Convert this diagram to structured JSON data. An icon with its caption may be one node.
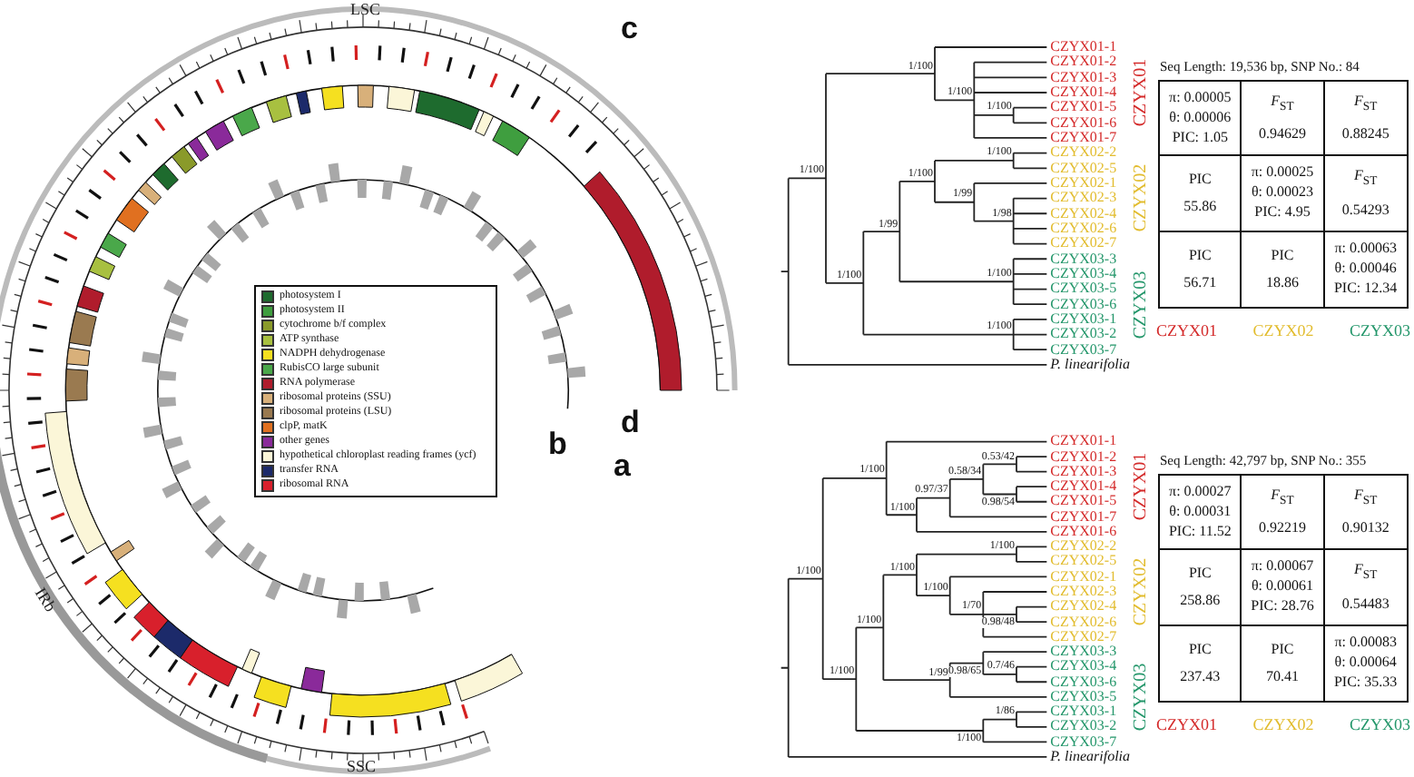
{
  "diagram": {
    "labels": [
      "LSC",
      "IRb",
      "SSC",
      "b",
      "a",
      "c",
      "CZYX01-1",
      "CZYX01-2",
      "CZYX01-3",
      "CZYX01-4",
      "CZYX01-5",
      "CZYX01-6",
      "CZYX01-7",
      "CZYX02-2",
      "CZYX02-5",
      "CZYX02-1",
      "CZYX02-3",
      "CZYX02-4",
      "CZYX02-6",
      "CZYX02-7",
      "CZYX03-3",
      "CZYX03-4",
      "CZYX03-5",
      "CZYX03-6",
      "CZYX03-1",
      "CZYX03-2",
      "CZYX03-7",
      "P. linearifolia",
      "1/100",
      "1/100",
      "1/100",
      "1/100",
      "1/100",
      "1/100",
      "1/99",
      "1/98",
      "1/99",
      "1/100",
      "1/100",
      "1/100",
      "CZYX01",
      "CZYX02",
      "CZYX03",
      "Seq Length: 19,536 bp, SNP No.: 84",
      "π: 0.00005",
      "θ: 0.00006",
      "PIC: 1.05",
      "*F*$_{ST}$",
      "0.94629",
      "*F*$_{ST}$",
      "0.88245",
      "PIC",
      "55.86",
      "π: 0.00025",
      "θ: 0.00023",
      "PIC: 4.95",
      "*F*$_{ST}$",
      "0.54293",
      "PIC",
      "56.71",
      "PIC",
      "18.86",
      "π: 0.00063",
      "θ: 0.00046",
      "PIC: 12.34",
      "CZYX01",
      "CZYX02",
      "CZYX03",
      "d",
      "CZYX01-1",
      "CZYX01-2",
      "CZYX01-3",
      "CZYX01-4",
      "CZYX01-5",
      "CZYX01-7",
      "CZYX01-6",
      "CZYX02-2",
      "CZYX02-5",
      "CZYX02-1",
      "CZYX02-3",
      "CZYX02-4",
      "CZYX02-6",
      "CZYX02-7",
      "CZYX03-3",
      "CZYX03-4",
      "CZYX03-6",
      "CZYX03-5",
      "CZYX03-1",
      "CZYX03-2",
      "CZYX03-7",
      "P. linearifolia",
      "0.53/42",
      "1/100",
      "0.58/34",
      "0.97/37",
      "0.98/54",
      "1/100",
      "1/100",
      "1/100",
      "1/100",
      "1/100",
      "1/70",
      "1/100",
      "0.98/48",
      "1/99",
      "0.7/46",
      "1/100",
      "0.98/65",
      "1/86",
      "1/100",
      "CZYX01",
      "CZYX02",
      "CZYX03",
      "Seq Length: 42,797 bp, SNP No.: 355",
      "π: 0.00027",
      "θ: 0.00031",
      "PIC: 11.52",
      "*F*$_{ST}$",
      "0.92219",
      "*F*$_{ST}$",
      "0.90132",
      "PIC",
      "258.86",
      "π: 0.00067",
      "θ: 0.00061",
      "PIC: 28.76",
      "*F*$_{ST}$",
      "0.54483",
      "PIC",
      "237.43",
      "PIC",
      "70.41",
      "π: 0.00083",
      "θ: 0.00064",
      "PIC: 35.33",
      "CZYX01",
      "CZYX02",
      "CZYX03"
    ],
    "legend": [
      {
        "text": "photosystem I",
        "color": "#1e6b2e"
      },
      {
        "text": "photosystem II",
        "color": "#3f9e3f"
      },
      {
        "text": "cytochrome b/f complex",
        "color": "#8a9a2a"
      },
      {
        "text": "ATP synthase",
        "color": "#a8c040"
      },
      {
        "text": "NADPH dehydrogenase",
        "color": "#f5e020"
      },
      {
        "text": "RubisCO large subunit",
        "color": "#4aa84a"
      },
      {
        "text": "RNA polymerase",
        "color": "#b01c2c"
      },
      {
        "text": "ribosomal proteins (SSU)",
        "color": "#d8b07a"
      },
      {
        "text": "ribosomal proteins (LSU)",
        "color": "#9a7a50"
      },
      {
        "text": "clpP, matK",
        "color": "#e07020"
      },
      {
        "text": "other genes",
        "color": "#8a2a9a"
      },
      {
        "text": "hypothetical chloroplast reading frames (ycf)",
        "color": "#fbf6d8"
      },
      {
        "text": "transfer RNA",
        "color": "#1c2a6a"
      },
      {
        "text": "ribosomal RNA",
        "color": "#d8202c"
      }
    ]
  }
}
